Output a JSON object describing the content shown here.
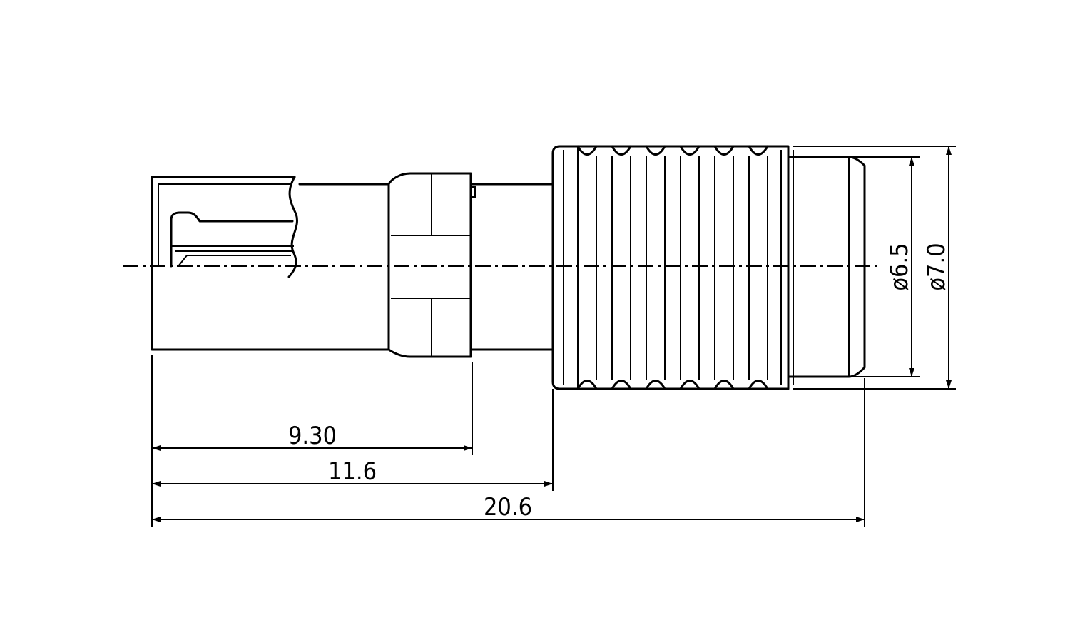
{
  "dimensions": {
    "len_9_30": "9.30",
    "len_11_6": "11.6",
    "len_20_6": "20.6",
    "dia_6_5": "ø6.5",
    "dia_7_0": "ø7.0"
  }
}
